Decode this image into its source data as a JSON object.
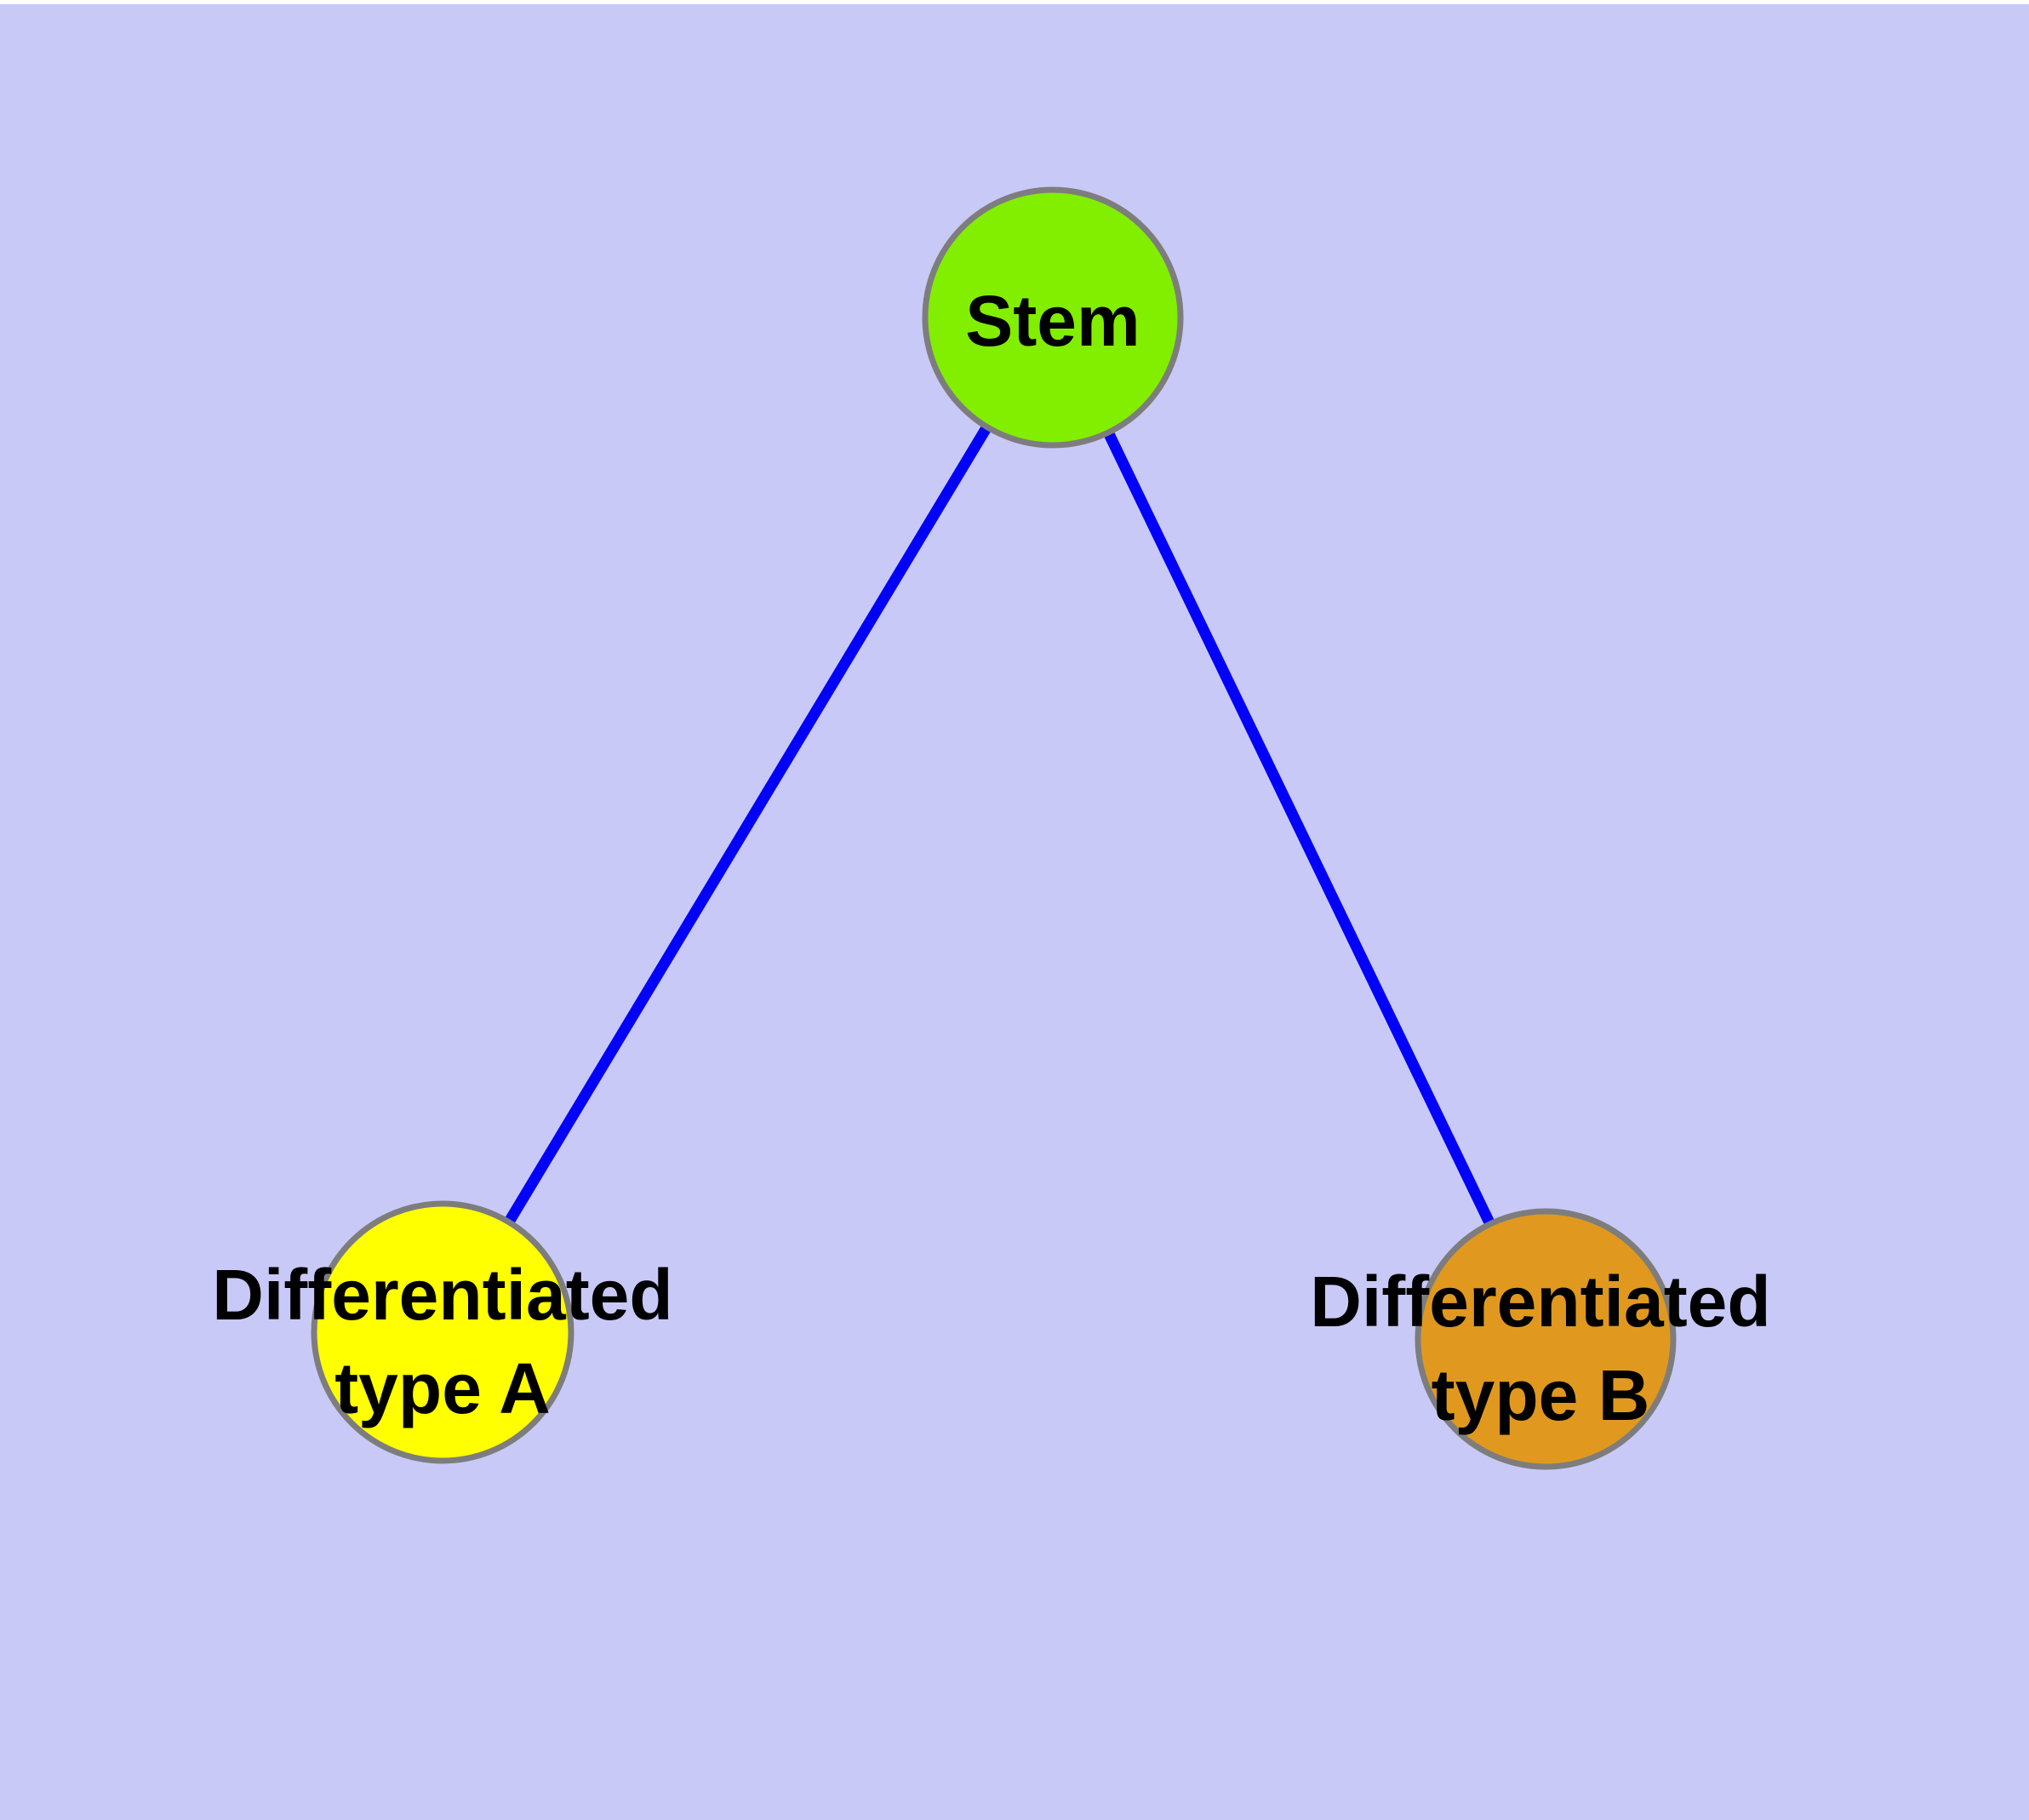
{
  "diagram": {
    "title": "",
    "background_color": "#c9c9f8",
    "top_strip_color": "#ffffff",
    "edge_color": "#0202f8",
    "node_border_color": "#7d7d7d",
    "nodes": {
      "stem": {
        "label": "Stem",
        "color": "#82ee00"
      },
      "type_a": {
        "label_lines": [
          "Differentiated",
          "type A"
        ],
        "label": "Differentiated type A",
        "color": "#ffff00"
      },
      "type_b": {
        "label_lines": [
          "Differentiated",
          "type B"
        ],
        "label": "Differentiated type B",
        "color": "#e0991e"
      }
    },
    "edges": [
      {
        "from": "Stem",
        "to": "Differentiated type A"
      },
      {
        "from": "Stem",
        "to": "Differentiated type B"
      }
    ]
  }
}
